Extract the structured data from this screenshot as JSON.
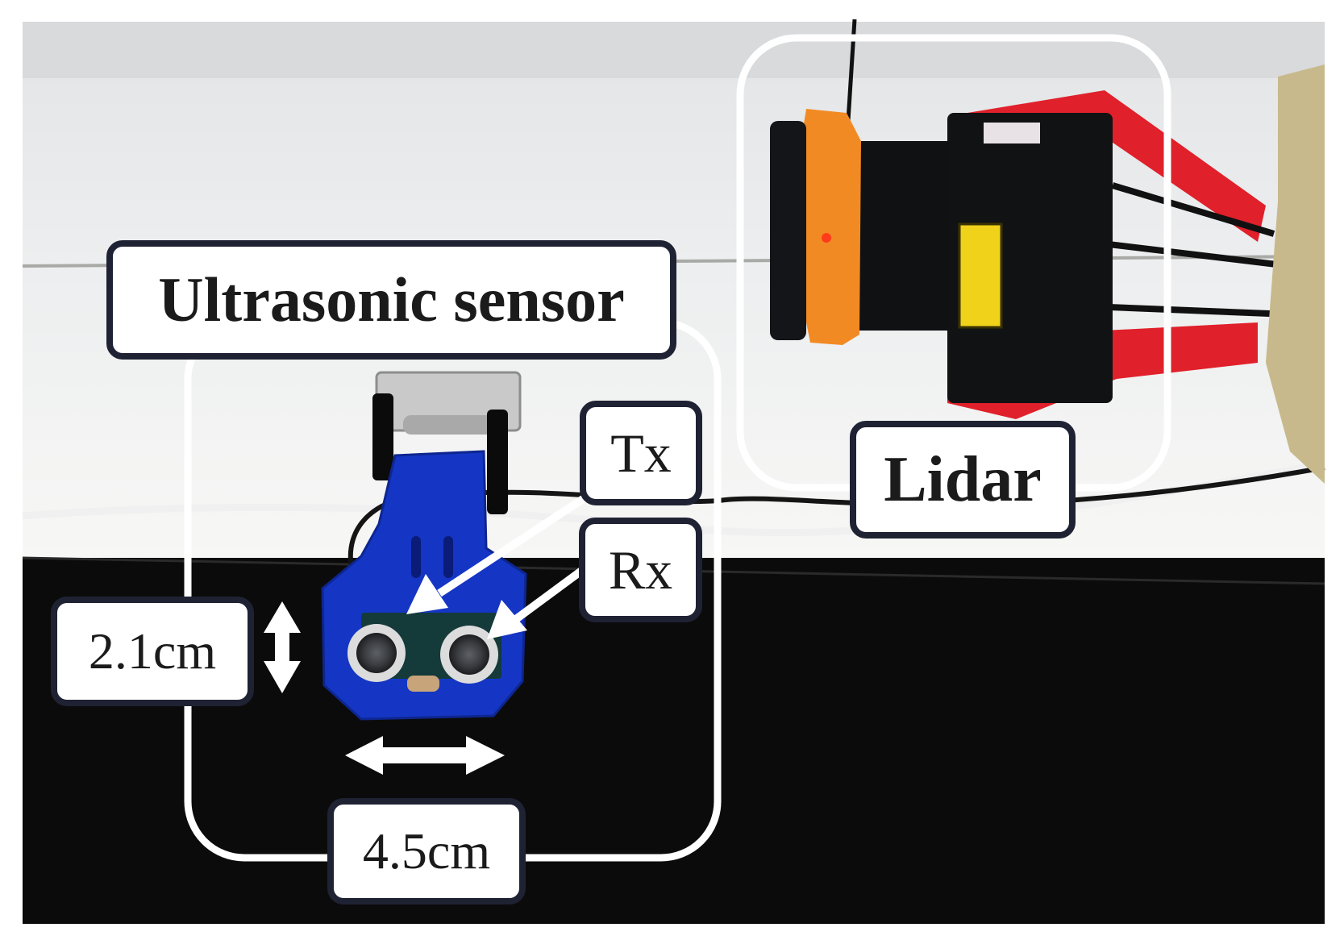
{
  "labels": {
    "ultrasonic": "Ultrasonic sensor",
    "lidar": "Lidar",
    "tx": "Tx",
    "rx": "Rx",
    "height": "2.1cm",
    "width": "4.5cm"
  },
  "colors": {
    "wall_top": "#e9ebed",
    "wall_bottom": "#f4f4f2",
    "shadow": "#0b0b0c",
    "label_border": "#1f2233",
    "outline": "#ffffff",
    "sensor_board": "#1536c4",
    "lidar_orange": "#f28a24",
    "lidar_body": "#111214",
    "bracket_red": "#e0202a"
  }
}
